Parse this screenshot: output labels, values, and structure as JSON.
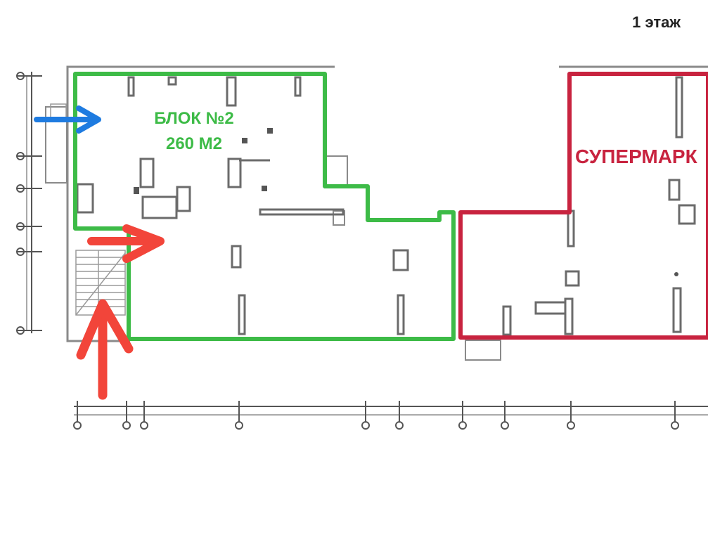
{
  "floor_label": "1 этаж",
  "block": {
    "title": "БЛОК №2",
    "area": "260 М2",
    "outline_color": "#3dbb47"
  },
  "supermarket": {
    "label": "СУПЕРМАРК",
    "outline_color": "#c8233f"
  },
  "arrows": {
    "blue": "#1e7be0",
    "red": "#f2453a"
  },
  "wall_color": "#8a8a8a"
}
